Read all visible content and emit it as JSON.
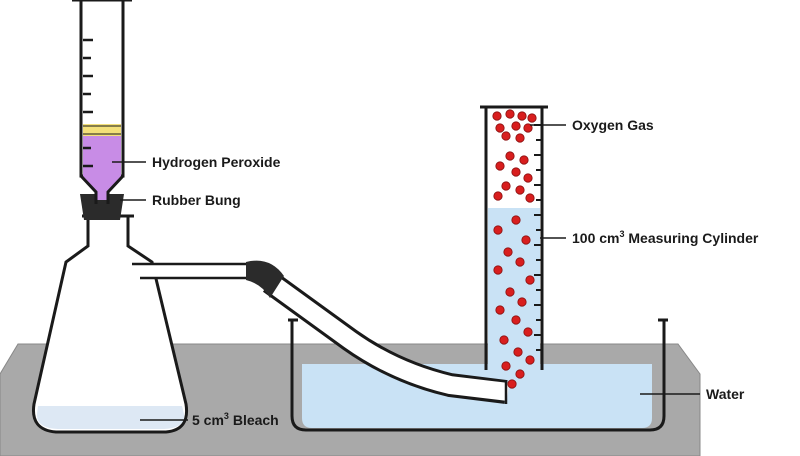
{
  "labels": {
    "hydrogen_peroxide": "Hydrogen Peroxide",
    "rubber_bung": "Rubber Bung",
    "oxygen_gas": "Oxygen Gas",
    "measuring_cylinder": {
      "prefix": "100 cm",
      "sup": "3",
      "suffix": " Measuring Cylinder"
    },
    "water": "Water",
    "bleach": {
      "prefix": "5 cm",
      "sup": "3",
      "suffix": " Bleach"
    }
  },
  "colors": {
    "water": "#c9e2f5",
    "peroxide": "#c88ce6",
    "bleach": "#dde8f4",
    "bench": "#a9a9a9",
    "bubble": "#d81e1e",
    "rubber": "#2b2b2b",
    "yellow_band": "#f3e07a"
  }
}
